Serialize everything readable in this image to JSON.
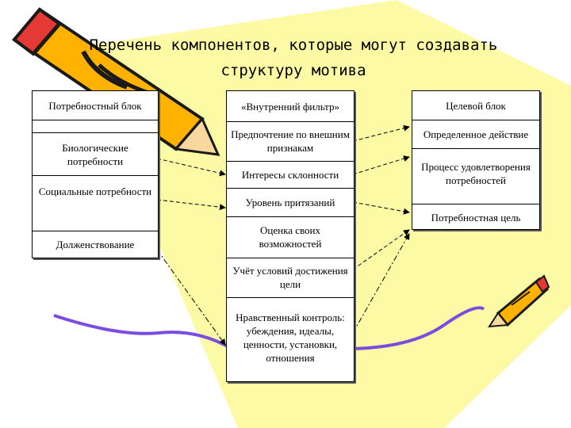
{
  "title_line1": "Перечень компонентов, которые могут создавать",
  "title_line2": "структуру мотива",
  "colors": {
    "pale_yellow": "#fdfaa6",
    "pencil_orange": "#ffb300",
    "pencil_dark": "#1a1a1a",
    "pencil_red": "#e53935",
    "purple_line": "#7a4de0"
  },
  "left_block": {
    "header": "Потребностный блок",
    "items": [
      "Биологические потребности",
      "Социальные потребности",
      "Долженствование"
    ]
  },
  "middle_block": {
    "header": "«Внутренний фильтр»",
    "items": [
      "Предпочтение по внешним признакам",
      "Интересы склонности",
      "Уровень притязаний",
      "Оценка своих возможностей",
      "Учёт условий достижения цели",
      "Нравственный контроль: убеждения, идеалы, ценности, установки, отношения"
    ]
  },
  "right_block": {
    "header": "Целевой блок",
    "items": [
      "Определенное действие",
      "Процесс удовлетворения потребностей",
      "Потребностная цель"
    ]
  },
  "icons": [
    "pencil-icon",
    "pencil-icon"
  ]
}
